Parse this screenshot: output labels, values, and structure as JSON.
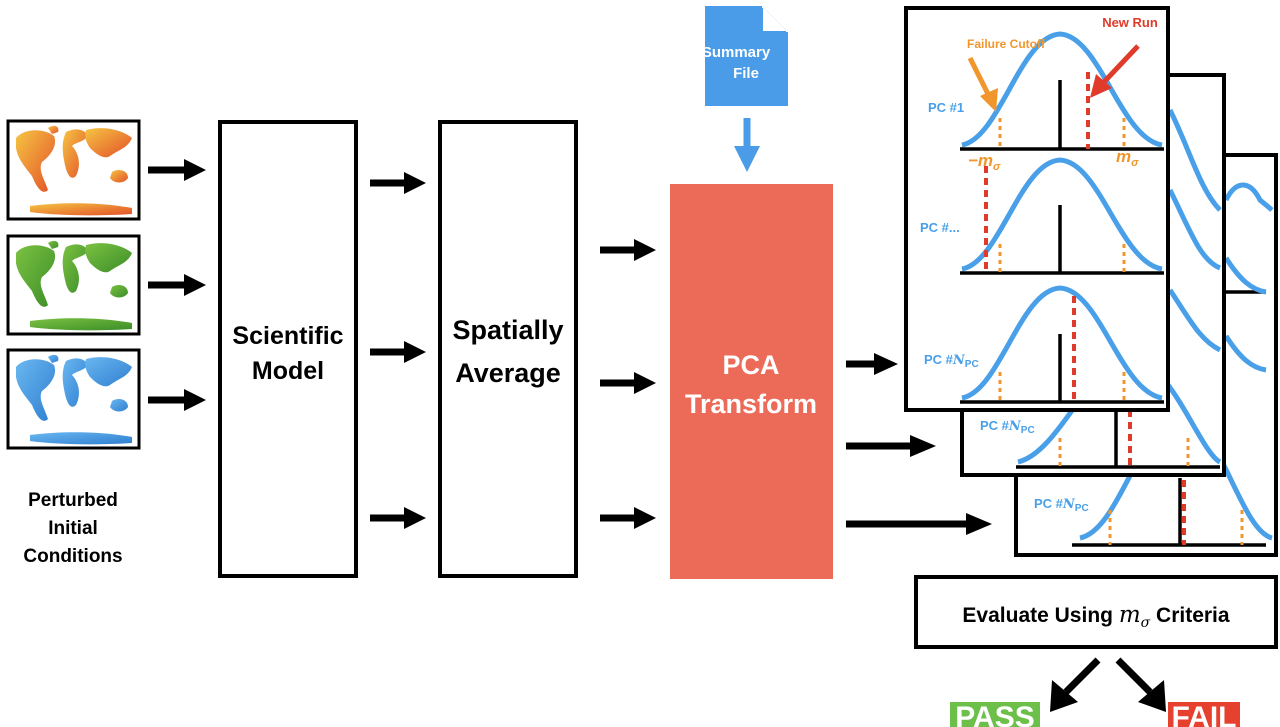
{
  "input": {
    "label_line1": "Perturbed",
    "label_line2": "Initial",
    "label_line3": "Conditions"
  },
  "boxes": {
    "model_line1": "Scientific",
    "model_line2": "Model",
    "avg_line1": "Spatially",
    "avg_line2": "Average",
    "pca_line1": "PCA",
    "pca_line2": "Transform"
  },
  "summary_file": {
    "line1": "Summary",
    "line2": "File"
  },
  "panels": {
    "failure_cutoff": "Failure Cutoff",
    "new_run": "New Run",
    "pc1": "PC #1",
    "pc_mid": "PC #...",
    "pc_n_prefix": "PC #",
    "pc_n_var": "N",
    "pc_n_sub": "PC",
    "neg_m_sigma": "−m",
    "m_sigma": "m",
    "sigma": "σ"
  },
  "evaluate": {
    "prefix": "Evaluate Using ",
    "var": "m",
    "sub": "σ",
    "suffix": " Criteria"
  },
  "outcomes": {
    "pass": "PASS",
    "fail": "FAIL"
  },
  "colors": {
    "pca": "#ec6b58",
    "file": "#4a9ce8",
    "curve": "#4aa0e8",
    "cutoff": "#f0962c",
    "new_run": "#e03a2a",
    "pass": "#6cc04a",
    "fail": "#e6412e"
  }
}
